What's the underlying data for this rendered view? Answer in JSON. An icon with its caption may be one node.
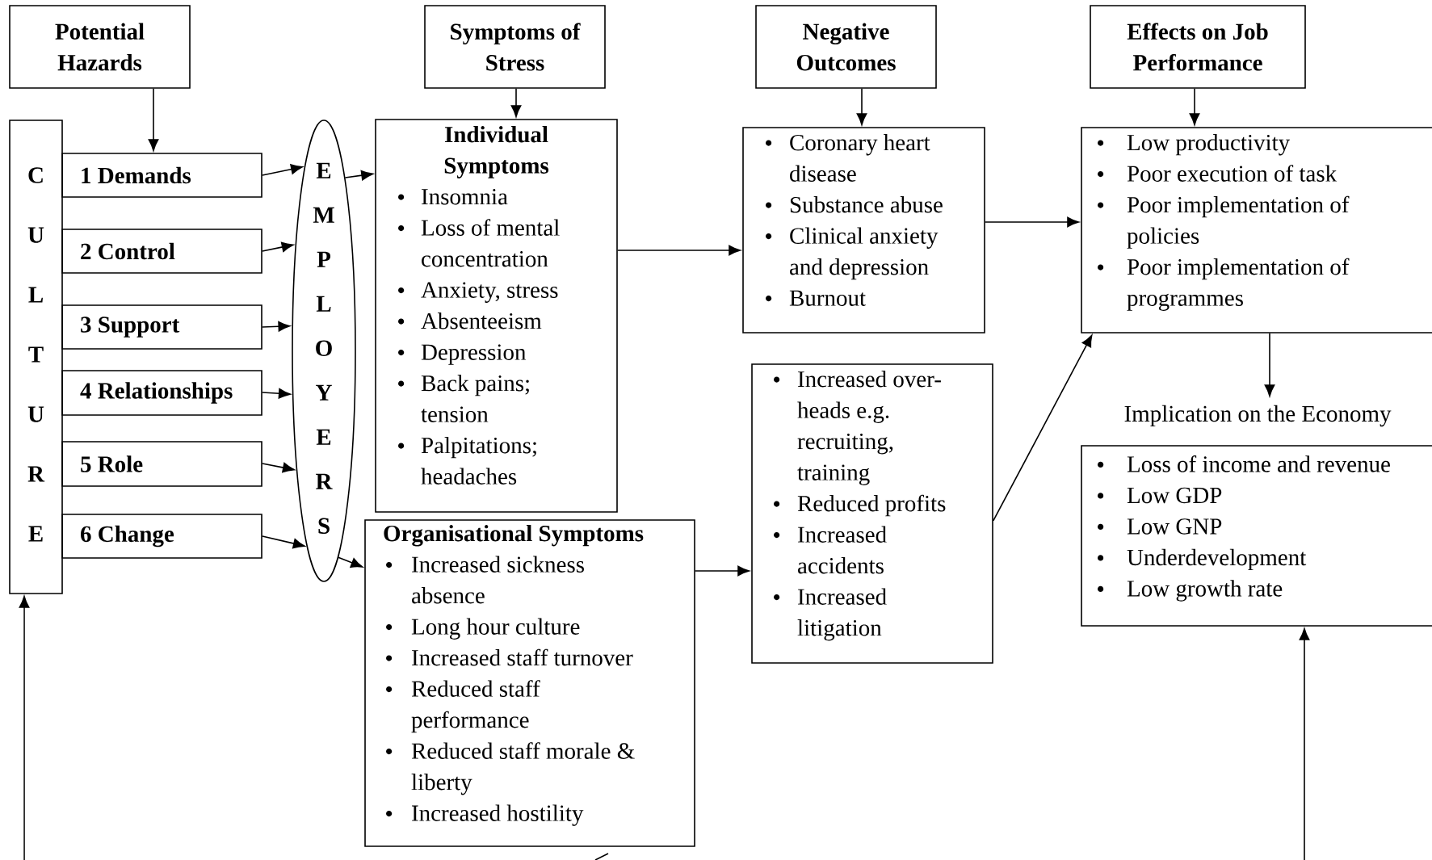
{
  "diagram": {
    "nodes": [
      {
        "text": [
          "Potential Hazards"
        ]
      },
      {
        "text": [
          "Symptoms of Stress"
        ]
      },
      {
        "text": [
          "Negative Outcomes"
        ]
      },
      {
        "text": [
          "Effects on Job Performance"
        ]
      },
      {
        "text": [
          "C U L T U R E"
        ]
      },
      {
        "text": [
          "1 Demands"
        ]
      },
      {
        "text": [
          "2 Control"
        ]
      },
      {
        "text": [
          "3 Support"
        ]
      },
      {
        "text": [
          "4 Relationships"
        ]
      },
      {
        "text": [
          "5 Role"
        ]
      },
      {
        "text": [
          "6 Change"
        ]
      },
      {
        "text": [
          "E M P L O Y E R S"
        ]
      },
      {
        "text": [
          "Individual Symptoms",
          "Insomnia",
          "Loss of mental concentration",
          "Anxiety, stress",
          "Absenteeism",
          "Depression",
          "Back pains; tension",
          "Palpitations; headaches"
        ]
      },
      {
        "text": [
          "Organisational Symptoms",
          "Increased sickness absence",
          "Long hour culture",
          "Increased staff turnover",
          "Reduced staff performance",
          "Reduced staff morale & liberty",
          "Increased hostility"
        ]
      },
      {
        "text": [
          "Coronary heart disease",
          "Substance abuse",
          "Clinical anxiety and depression",
          "Burnout"
        ]
      },
      {
        "text": [
          "Increased over-heads e.g. recruiting, training",
          "Reduced profits",
          "Increased accidents",
          "Increased litigation"
        ]
      },
      {
        "text": [
          "Low productivity",
          "Poor execution of task",
          "Poor implementation of policies",
          "Poor implementation of programmes"
        ]
      },
      {
        "text": [
          "Implication on the Economy"
        ]
      },
      {
        "text": [
          "Loss of income and revenue",
          "Low GDP",
          "Low GNP",
          "Underdevelopment",
          "Low growth rate"
        ]
      }
    ],
    "edges": [
      {
        "from": 0,
        "to": 5,
        "arrow": "to"
      },
      {
        "from": 1,
        "to": 12,
        "arrow": "to"
      },
      {
        "from": 2,
        "to": 14,
        "arrow": "to"
      },
      {
        "from": 3,
        "to": 16,
        "arrow": "to"
      },
      {
        "from": 5,
        "to": 11,
        "arrow": "to"
      },
      {
        "from": 6,
        "to": 11,
        "arrow": "to"
      },
      {
        "from": 7,
        "to": 11,
        "arrow": "to"
      },
      {
        "from": 8,
        "to": 11,
        "arrow": "to"
      },
      {
        "from": 9,
        "to": 11,
        "arrow": "to"
      },
      {
        "from": 10,
        "to": 11,
        "arrow": "to"
      },
      {
        "from": 11,
        "to": 12,
        "arrow": "to"
      },
      {
        "from": 11,
        "to": 13,
        "arrow": "to"
      },
      {
        "from": 12,
        "to": 14,
        "arrow": "to"
      },
      {
        "from": 13,
        "to": 15,
        "arrow": "to"
      },
      {
        "from": 14,
        "to": 16,
        "arrow": "to"
      },
      {
        "from": 15,
        "to": 16,
        "arrow": "to"
      },
      {
        "from": 16,
        "to": 17,
        "arrow": "to"
      },
      {
        "from": null,
        "to": 4,
        "arrow": "to"
      },
      {
        "from": null,
        "to": 18,
        "arrow": "to"
      }
    ]
  }
}
